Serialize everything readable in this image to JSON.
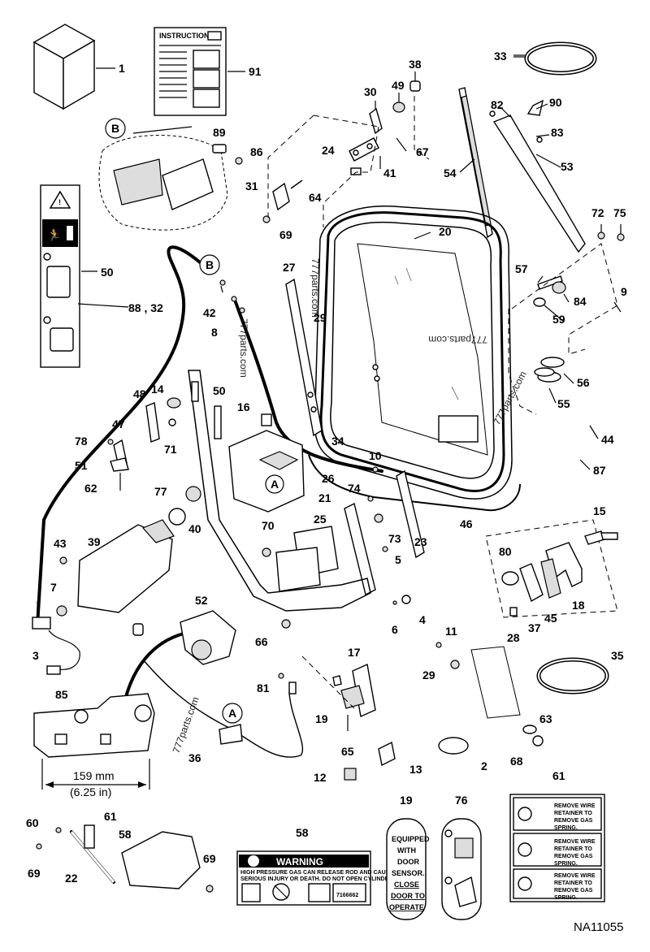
{
  "drawing_id": "NA11055",
  "watermarks": [
    "777parts.com",
    "777parts.com",
    "777parts.com",
    "777parts.com",
    "777parts.com"
  ],
  "dimension": {
    "mm": "159 mm",
    "in": "(6.25 in)"
  },
  "detail_markers": [
    "B",
    "B",
    "A",
    "A"
  ],
  "instructions_card": {
    "title": "INSTRUCTIONS"
  },
  "decal_58": {
    "heading": "WARNING",
    "line1": "HIGH PRESSURE GAS CAN RELEASE ROD AND CAUSE",
    "line2": "SERIOUS INJURY OR DEATH. DO NOT OPEN CYLINDER.",
    "part_no": "7166662"
  },
  "decal_19": [
    "EQUIPPED",
    "WITH",
    "DOOR",
    "SENSOR.",
    "CLOSE",
    "DOOR TO",
    "OPERATE"
  ],
  "decal_61": {
    "text": [
      "REMOVE WIRE",
      "RETAINER TO",
      "REMOVE GAS",
      "SPRING."
    ]
  },
  "callouts": [
    "1",
    "91",
    "33",
    "38",
    "30",
    "49",
    "82",
    "90",
    "89",
    "86",
    "83",
    "24",
    "67",
    "41",
    "54",
    "53",
    "31",
    "64",
    "69",
    "72",
    "75",
    "20",
    "27",
    "50",
    "57",
    "84",
    "9",
    "88 , 32",
    "42",
    "59",
    "8",
    "29",
    "56",
    "55",
    "48",
    "14",
    "50",
    "16",
    "71",
    "47",
    "34",
    "44",
    "78",
    "51",
    "10",
    "26",
    "87",
    "62",
    "77",
    "74",
    "15",
    "21",
    "23",
    "46",
    "40",
    "43",
    "39",
    "70",
    "25",
    "73",
    "5",
    "80",
    "7",
    "52",
    "4",
    "6",
    "18",
    "37",
    "45",
    "28",
    "3",
    "66",
    "11",
    "17",
    "35",
    "29",
    "81",
    "85",
    "63",
    "19",
    "68",
    "65",
    "36",
    "2",
    "13",
    "12",
    "61",
    "19",
    "76",
    "58",
    "60",
    "61",
    "58",
    "22",
    "69",
    "69"
  ]
}
